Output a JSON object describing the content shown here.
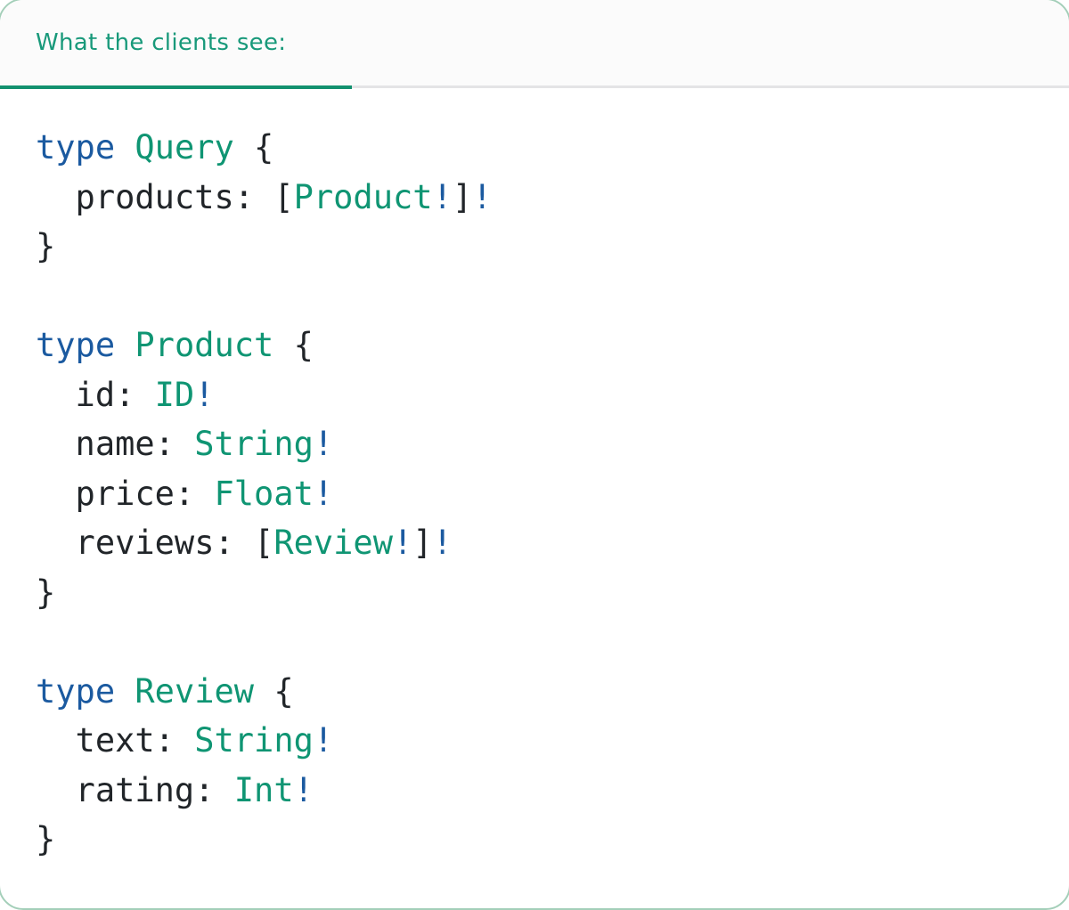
{
  "panel": {
    "tab_label": "What the clients see:"
  },
  "colors": {
    "accent_teal": "#18997a",
    "indicator_green": "#12916f",
    "keyword_blue": "#1b5aa0",
    "type_teal": "#0f9573",
    "text_dark": "#212529",
    "divider_gray": "#e4e4e6",
    "header_bg": "#fbfbfb",
    "border_green": "#a4cfb9",
    "card_bg": "#ffffff"
  },
  "code": {
    "lines": [
      [
        [
          "kw",
          "type"
        ],
        [
          "plain",
          " "
        ],
        [
          "type",
          "Query"
        ],
        [
          "plain",
          " {"
        ]
      ],
      [
        [
          "plain",
          "  products: "
        ],
        [
          "plain",
          "["
        ],
        [
          "type",
          "Product"
        ],
        [
          "bang",
          "!"
        ],
        [
          "plain",
          "]"
        ],
        [
          "bang",
          "!"
        ]
      ],
      [
        [
          "plain",
          "}"
        ]
      ],
      [],
      [
        [
          "kw",
          "type"
        ],
        [
          "plain",
          " "
        ],
        [
          "type",
          "Product"
        ],
        [
          "plain",
          " {"
        ]
      ],
      [
        [
          "plain",
          "  id: "
        ],
        [
          "type",
          "ID"
        ],
        [
          "bang",
          "!"
        ]
      ],
      [
        [
          "plain",
          "  name: "
        ],
        [
          "type",
          "String"
        ],
        [
          "bang",
          "!"
        ]
      ],
      [
        [
          "plain",
          "  price: "
        ],
        [
          "type",
          "Float"
        ],
        [
          "bang",
          "!"
        ]
      ],
      [
        [
          "plain",
          "  reviews: "
        ],
        [
          "plain",
          "["
        ],
        [
          "type",
          "Review"
        ],
        [
          "bang",
          "!"
        ],
        [
          "plain",
          "]"
        ],
        [
          "bang",
          "!"
        ]
      ],
      [
        [
          "plain",
          "}"
        ]
      ],
      [],
      [
        [
          "kw",
          "type"
        ],
        [
          "plain",
          " "
        ],
        [
          "type",
          "Review"
        ],
        [
          "plain",
          " {"
        ]
      ],
      [
        [
          "plain",
          "  text: "
        ],
        [
          "type",
          "String"
        ],
        [
          "bang",
          "!"
        ]
      ],
      [
        [
          "plain",
          "  rating: "
        ],
        [
          "type",
          "Int"
        ],
        [
          "bang",
          "!"
        ]
      ],
      [
        [
          "plain",
          "}"
        ]
      ]
    ]
  }
}
